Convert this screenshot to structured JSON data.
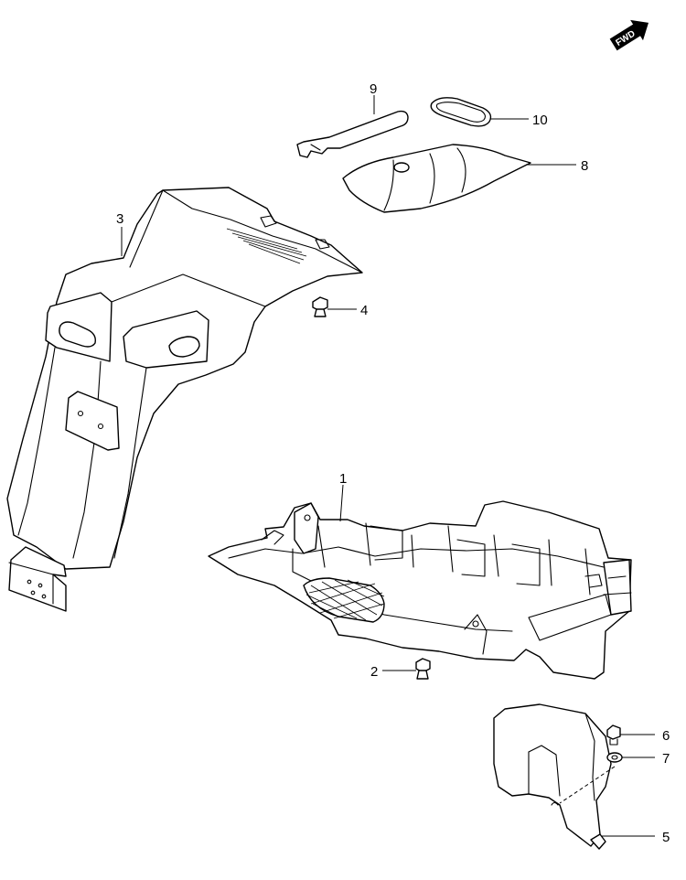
{
  "fwd_label": "FWD",
  "callouts": [
    {
      "id": "1",
      "label": "1"
    },
    {
      "id": "2",
      "label": "2"
    },
    {
      "id": "3",
      "label": "3"
    },
    {
      "id": "4",
      "label": "4"
    },
    {
      "id": "5",
      "label": "5"
    },
    {
      "id": "6",
      "label": "6"
    },
    {
      "id": "7",
      "label": "7"
    },
    {
      "id": "8",
      "label": "8"
    },
    {
      "id": "9",
      "label": "9"
    },
    {
      "id": "10",
      "label": "10"
    }
  ],
  "colors": {
    "line": "#000000",
    "background": "#ffffff"
  }
}
